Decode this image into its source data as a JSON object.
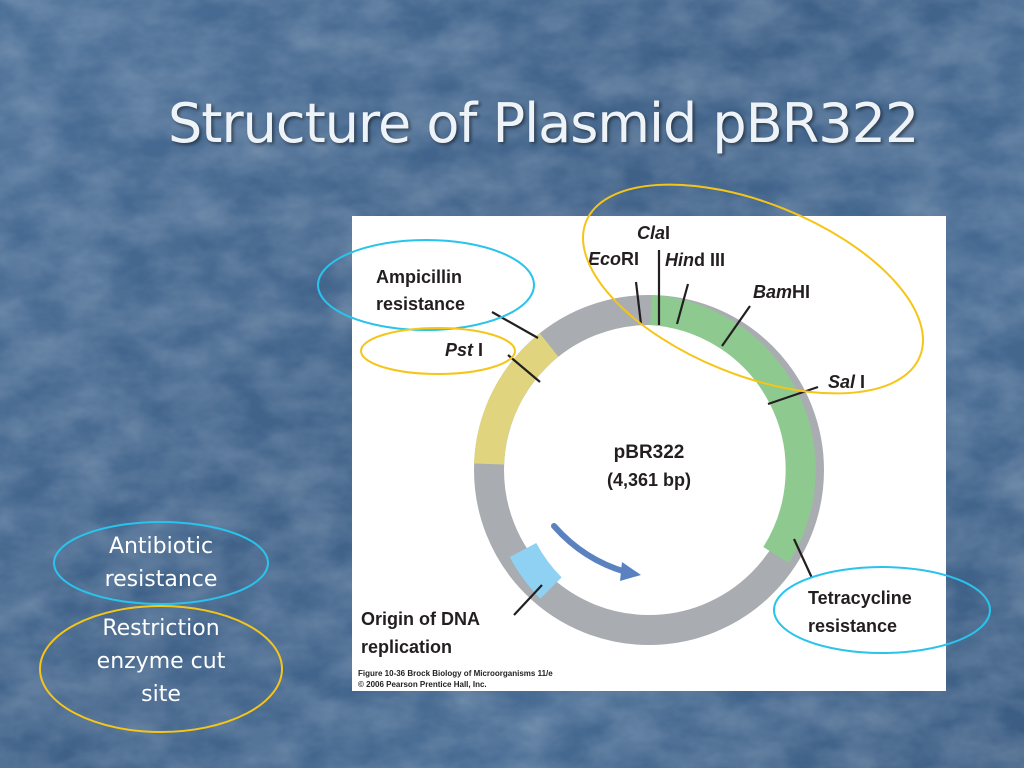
{
  "slide": {
    "title": "Structure of Plasmid pBR322"
  },
  "plasmid": {
    "name": "pBR322",
    "size": "(4,361 bp)",
    "segments": {
      "ampicillin_color": "#e0d57e",
      "tetracycline_color": "#8ec98f",
      "origin_color": "#8fd1f3",
      "backbone_color": "#a9adb1",
      "arrow_color": "#5b82c0"
    },
    "sites": {
      "cla": {
        "italic": "Cla",
        "plain": "I"
      },
      "eco": {
        "italic": "Eco",
        "plain": "RI"
      },
      "hind": {
        "italic": "Hin",
        "plain": "d III"
      },
      "bam": {
        "italic": "Bam",
        "plain": "HI"
      },
      "sal": {
        "italic": "Sal",
        "plain": " I"
      },
      "pst": {
        "italic": "Pst",
        "plain": " I"
      }
    },
    "labels": {
      "amp_line1": "Ampicillin",
      "amp_line2": "resistance",
      "tet_line1": "Tetracycline",
      "tet_line2": "resistance",
      "ori_line1": "Origin of DNA",
      "ori_line2": "replication"
    },
    "caption": {
      "line1": "Figure 10-36  Brock Biology of Microorganisms 11/e",
      "line2": "© 2006 Pearson Prentice Hall, Inc."
    }
  },
  "legend": {
    "antibiotic_line1": "Antibiotic",
    "antibiotic_line2": "resistance",
    "restriction_line1": "Restriction",
    "restriction_line2": "enzyme cut",
    "restriction_line3": "site",
    "cyan_color": "#29c3ec",
    "yellow_color": "#f5c518"
  }
}
